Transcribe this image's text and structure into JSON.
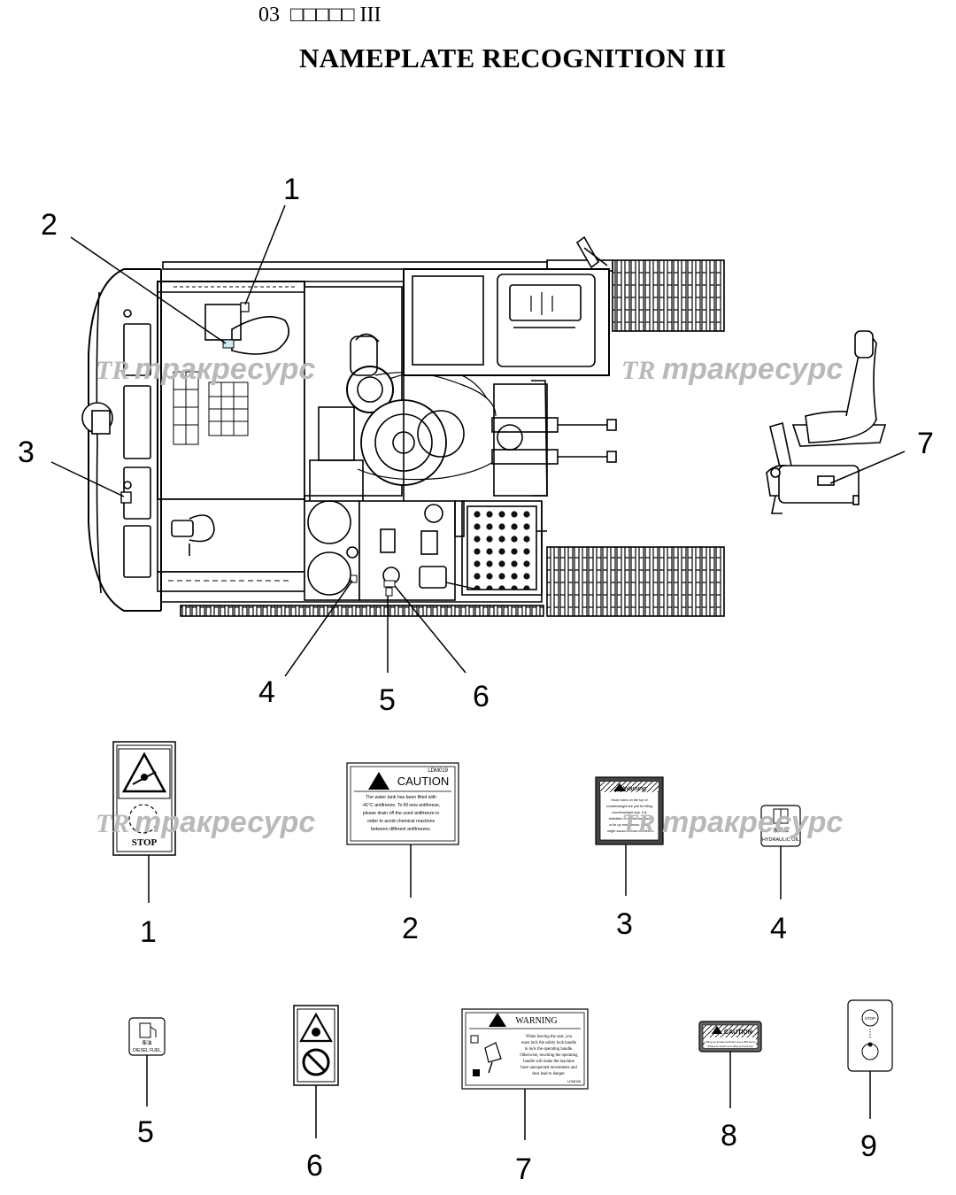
{
  "header": {
    "section_number": "03",
    "section_native": "□□□□□ III",
    "title": "NAMEPLATE RECOGNITION III"
  },
  "watermark": {
    "logo": "TR",
    "text": "тракресурс",
    "color": "#b9b9b9"
  },
  "top_callouts": [
    "1",
    "2",
    "3",
    "4",
    "5",
    "6",
    "7"
  ],
  "decals": {
    "d1": {
      "number": "1",
      "text": "STOP"
    },
    "d2": {
      "number": "2",
      "code": "LDM019",
      "heading": "CAUTION",
      "lines": [
        "The water tank has been filled with",
        "-41°C antifreeze. To fill new antifreeze,",
        "please drain off the used antifreeze in",
        "order to avoid chemical reactions",
        "between different antifreezes."
      ]
    },
    "d3": {
      "number": "3",
      "heading": "Warning",
      "lines": [
        "Hook holes on the top of",
        "counterweight are just for lifting",
        "counterweight only. It is",
        "forbidden to lift the machine",
        "or its up mechanism, which",
        "might cause serious accident."
      ]
    },
    "d4": {
      "number": "4",
      "native": "液压油",
      "text": "HYDRAULIC OIL"
    },
    "d5": {
      "number": "5",
      "native": "柴油",
      "text": "DIESEL FUEL"
    },
    "d6": {
      "number": "6"
    },
    "d7": {
      "number": "7",
      "heading": "WARNING",
      "code": "LDM038",
      "lines": [
        "When leaving the seat, you",
        "must lock the safety lock handle",
        "to lock the operating handle.",
        "Otherwise, touching the operating",
        "handle will make the machine",
        "have unexpected movements and",
        "thus lead to danger."
      ]
    },
    "d8": {
      "number": "8",
      "heading": "CAUTION",
      "lines": [
        "Filling-up grease lubricant every 250 hours",
        "(Please be careful not to filling-up frequently)"
      ]
    },
    "d9": {
      "number": "9",
      "text": "STOP"
    }
  }
}
